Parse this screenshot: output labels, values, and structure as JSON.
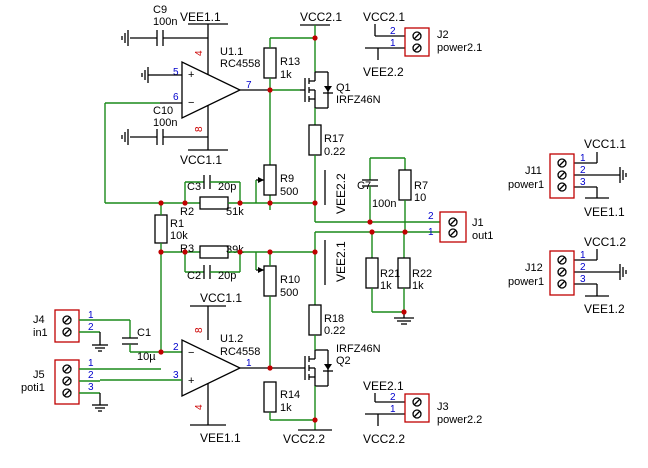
{
  "components": {
    "c9": {
      "ref": "C9",
      "value": "100n"
    },
    "c10": {
      "ref": "C10",
      "value": "100n"
    },
    "c3": {
      "ref": "C3",
      "value": "20p"
    },
    "c2": {
      "ref": "C2",
      "value": "20p"
    },
    "c7": {
      "ref": "C7",
      "value": "100n"
    },
    "c1": {
      "ref": "C1",
      "value": "10µ"
    },
    "u11": {
      "ref": "U1.1",
      "value": "RC4558"
    },
    "u12": {
      "ref": "U1.2",
      "value": "RC4558"
    },
    "r13": {
      "ref": "R13",
      "value": "1k"
    },
    "r14": {
      "ref": "R14",
      "value": "1k"
    },
    "r17": {
      "ref": "R17",
      "value": "0.22"
    },
    "r18": {
      "ref": "R18",
      "value": "0.22"
    },
    "r9": {
      "ref": "R9",
      "value": "500"
    },
    "r10": {
      "ref": "R10",
      "value": "500"
    },
    "r2": {
      "ref": "R2",
      "value": "51k"
    },
    "r3": {
      "ref": "R3",
      "value": "39k"
    },
    "r1": {
      "ref": "R1",
      "value": "10k"
    },
    "r7": {
      "ref": "R7",
      "value": "10"
    },
    "r21": {
      "ref": "R21",
      "value": "1k"
    },
    "r22": {
      "ref": "R22",
      "value": "1k"
    },
    "q1": {
      "ref": "Q1",
      "value": "IRFZ46N"
    },
    "q2": {
      "ref": "Q2",
      "value": "IRFZ46N"
    },
    "j1": {
      "ref": "J1",
      "value": "out1"
    },
    "j2": {
      "ref": "J2",
      "value": "power2.1"
    },
    "j3": {
      "ref": "J3",
      "value": "power2.2"
    },
    "j4": {
      "ref": "J4",
      "value": "in1"
    },
    "j5": {
      "ref": "J5",
      "value": "poti1"
    },
    "j11": {
      "ref": "J11",
      "value": "power1"
    },
    "j12": {
      "ref": "J12",
      "value": "power1"
    }
  },
  "rails": {
    "vee11": "VEE1.1",
    "vee12": "VEE1.2",
    "vcc11": "VCC1.1",
    "vcc12": "VCC1.2",
    "vcc21": "VCC2.1",
    "vcc22": "VCC2.2",
    "vee21": "VEE2.1",
    "vee22": "VEE2.2"
  },
  "pins": {
    "p1": "1",
    "p2": "2",
    "p3": "3",
    "p4": "4",
    "p5": "5",
    "p6": "6",
    "p7": "7",
    "p8": "8"
  }
}
